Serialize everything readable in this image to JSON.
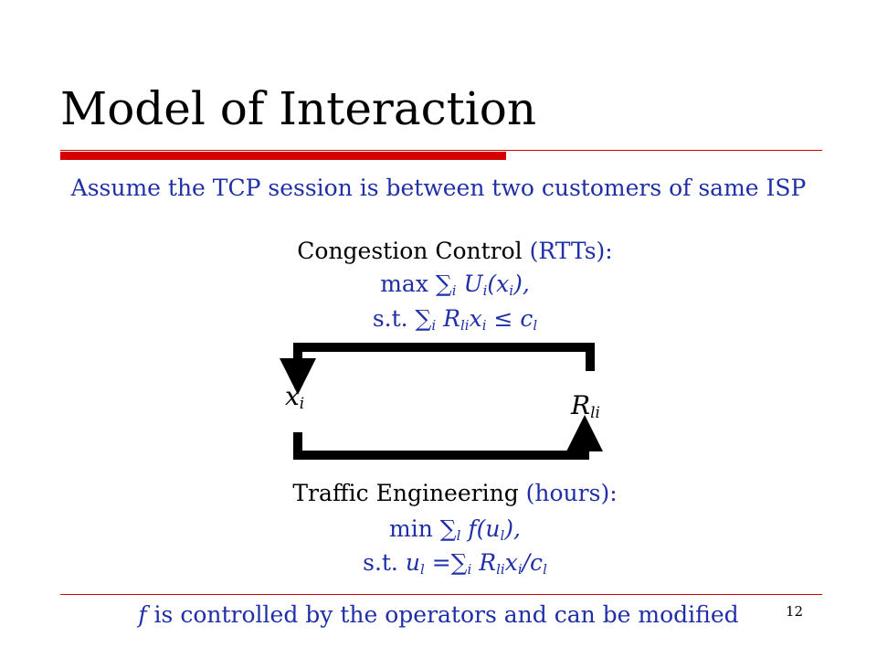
{
  "slide": {
    "title": "Model of Interaction",
    "assumption": "Assume the TCP session is between two customers of same ISP",
    "page_number": "12",
    "footnote": {
      "symbol": "f",
      "text": " is controlled by the operators and can be modified"
    }
  },
  "congestion_control": {
    "label": "Congestion Control ",
    "timescale": "(RTTs):",
    "objective": {
      "op": "max ∑",
      "sum_index": "i",
      "func": " U",
      "func_index": "i",
      "arg_open": "(x",
      "arg_index": "i",
      "arg_close": "),"
    },
    "constraint": {
      "prefix": "s.t. ∑",
      "sum_index": "i",
      "matrix": " R",
      "matrix_index": "li",
      "var": "x",
      "var_index": "i",
      "relation": " ≤ c",
      "cap_index": "l"
    }
  },
  "traffic_engineering": {
    "label": "Traffic Engineering ",
    "timescale": "(hours):",
    "objective": {
      "op": "min ∑",
      "sum_index": "l",
      "func": " f(u",
      "func_index": "l",
      "close": "),"
    },
    "constraint": {
      "prefix": "s.t. ",
      "var": "u",
      "var_index": "l",
      "equals": " =∑",
      "sum_index": "i",
      "matrix": " R",
      "matrix_index": "li",
      "rate": "x",
      "rate_index": "i",
      "divide": "/c",
      "cap_index": "l"
    }
  },
  "loop": {
    "left_var": "x",
    "left_index": "i",
    "right_var": "R",
    "right_index": "li"
  },
  "colors": {
    "accent_red": "#d40000",
    "text_blue": "#1f2fa8",
    "text_black": "#000000"
  }
}
